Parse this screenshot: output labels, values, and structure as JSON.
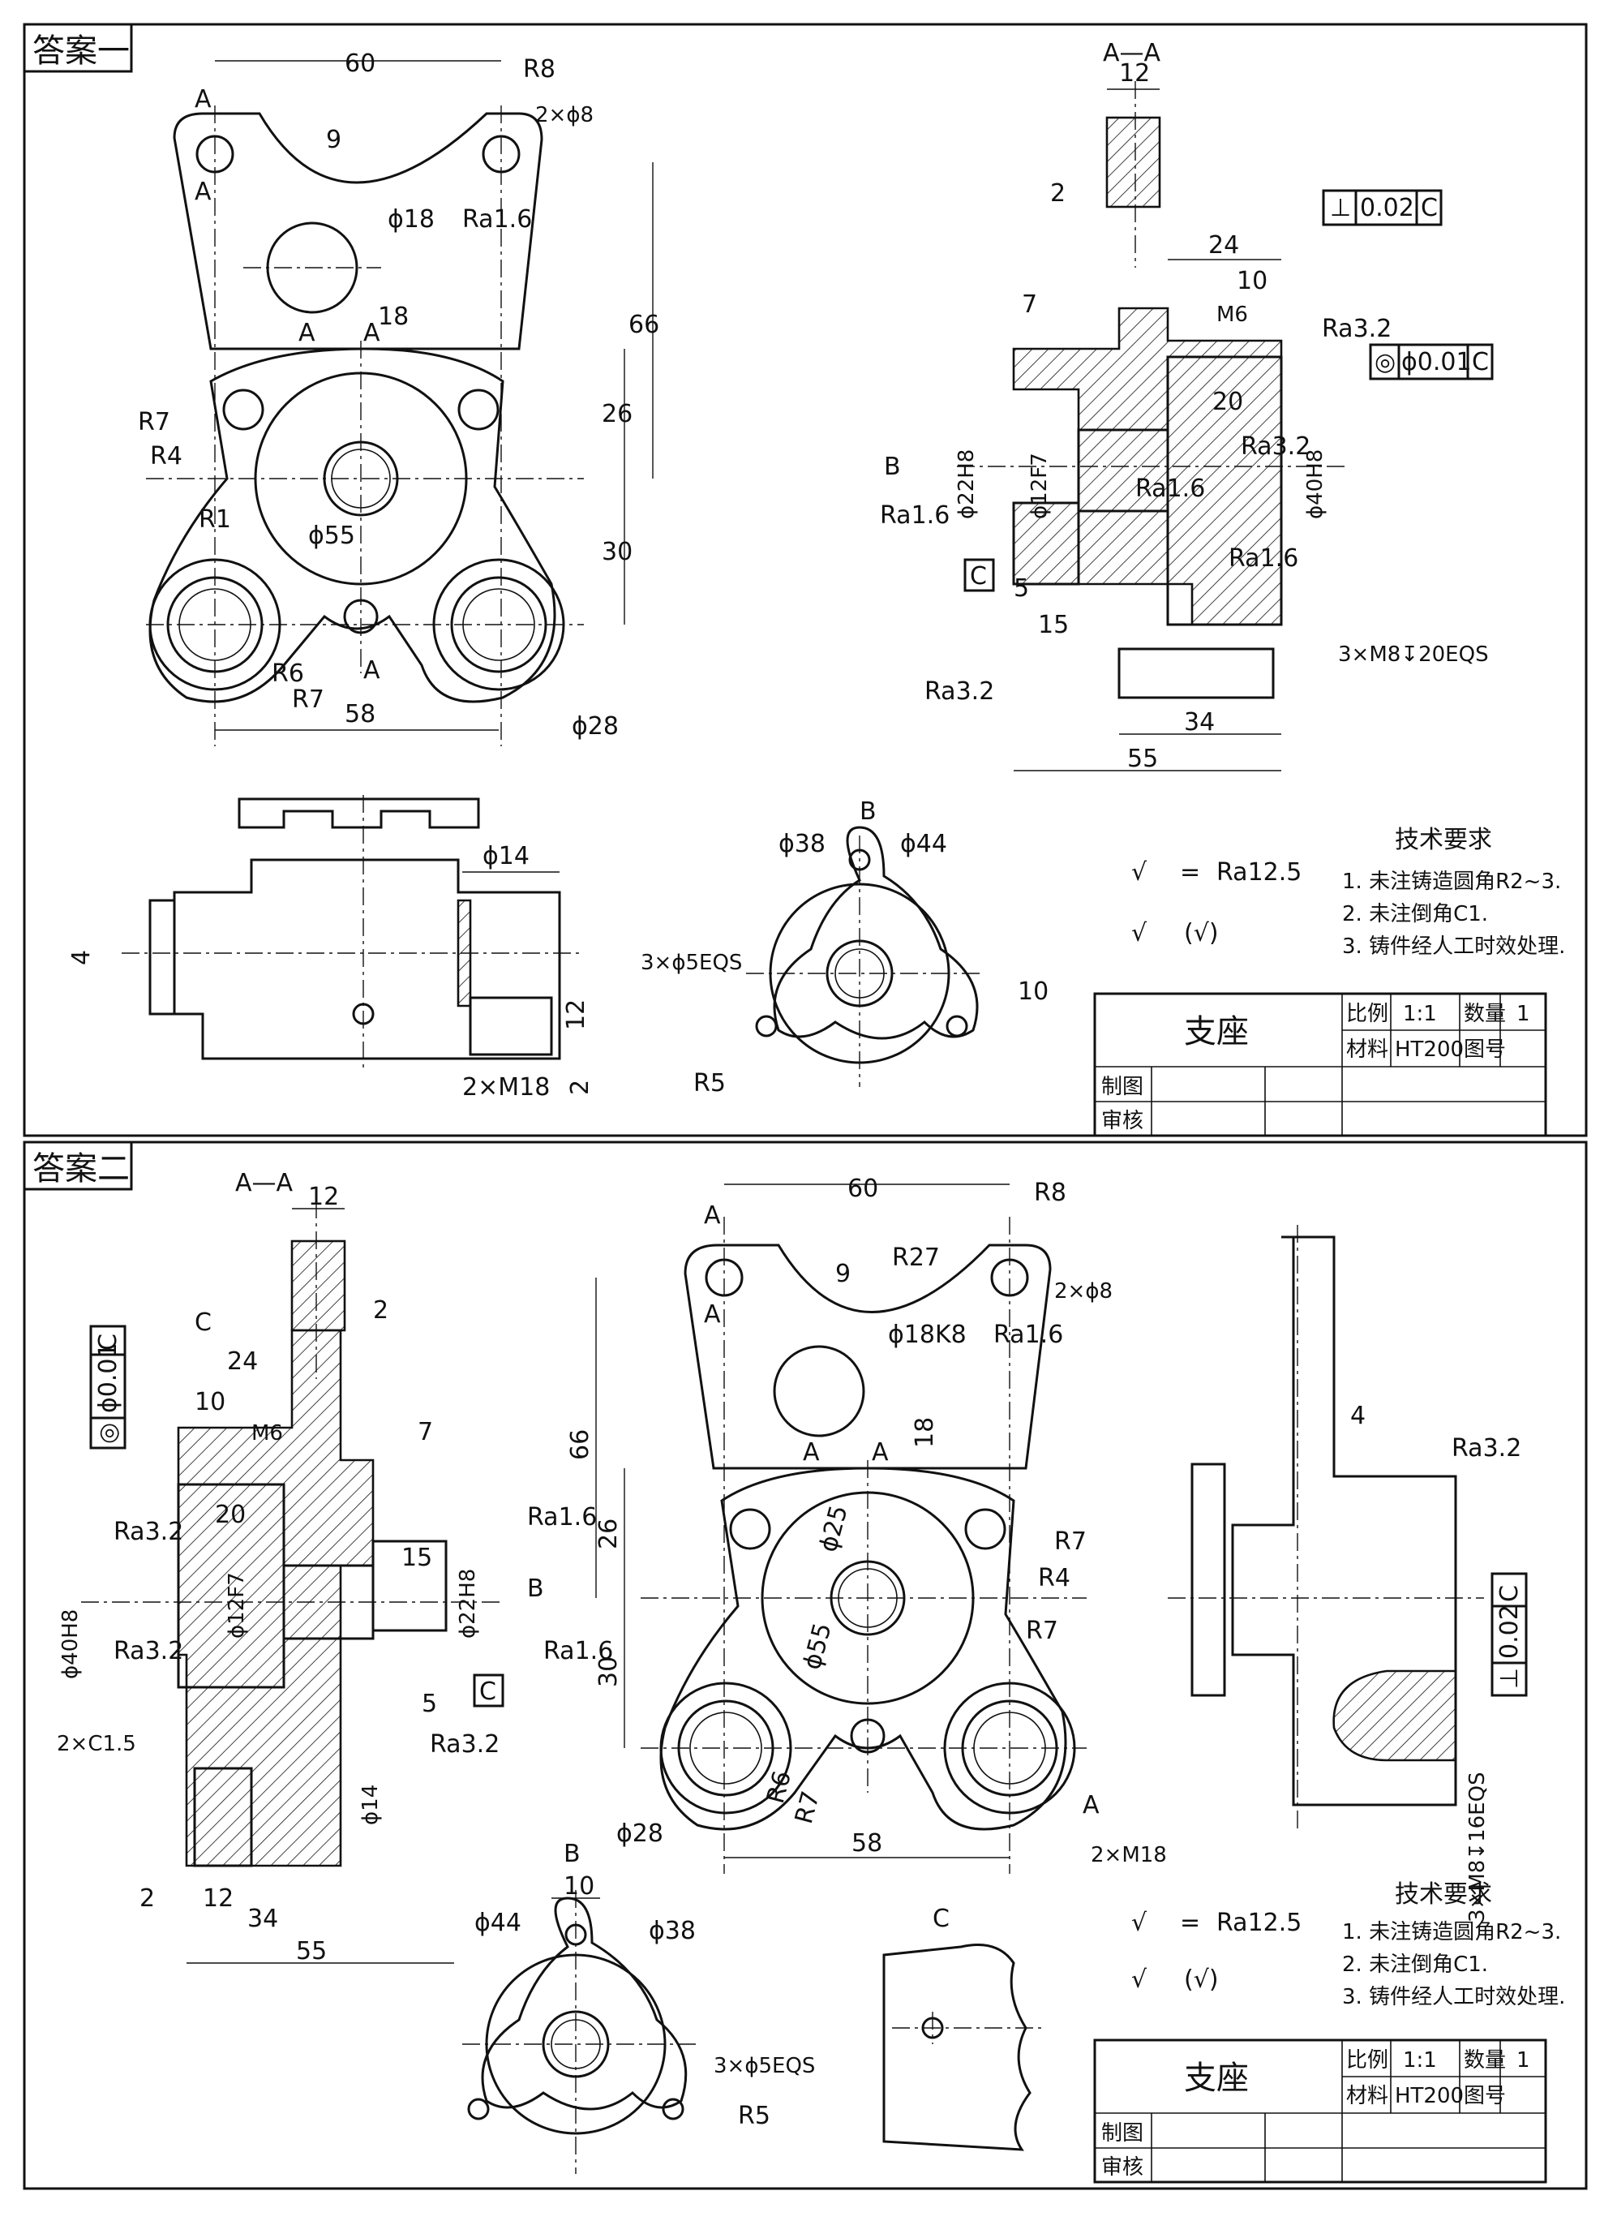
{
  "answer1": {
    "label": "答案一",
    "views": {
      "front": {
        "section_marks": [
          "A",
          "A",
          "A",
          "A",
          "A"
        ],
        "dims": [
          "60",
          "R8",
          "2×ϕ8",
          "9",
          "ϕ18",
          "Ra1.6",
          "18",
          "66",
          "26",
          "30",
          "R7",
          "R4",
          "R1",
          "ϕ55",
          "R6",
          "R7",
          "58",
          "ϕ28"
        ]
      },
      "section": {
        "title": "A—A",
        "dims": [
          "12",
          "2",
          "24",
          "10",
          "M6",
          "20",
          "7",
          "ϕ22H8",
          "ϕ12F7",
          "ϕ40H8",
          "5",
          "15",
          "34",
          "55",
          "B",
          "C",
          "Ra1.6",
          "Ra3.2",
          "Ra3.2",
          "Ra1.6",
          "Ra1.6",
          "Ra3.2",
          "3×M8↧20EQS"
        ],
        "tol1": [
          "⊥",
          "0.02",
          "C"
        ],
        "tol2": [
          "◎",
          "ϕ0.01",
          "C"
        ]
      },
      "bottom": {
        "dims": [
          "ϕ14",
          "4",
          "12",
          "2",
          "2×M18"
        ]
      },
      "view_b": {
        "title": "B",
        "dims": [
          "ϕ38",
          "ϕ44",
          "3×ϕ5EQS",
          "10",
          "R5"
        ]
      }
    },
    "notes": {
      "title": "技术要求",
      "items": [
        "1. 未注铸造圆角R2~3.",
        "2. 未注倒角C1.",
        "3. 铸件经人工时效处理."
      ],
      "finish_eq": "Ra12.5",
      "finish_other": "(√)"
    },
    "title_block": {
      "name": "支座",
      "scale_label": "比例",
      "scale": "1:1",
      "qty_label": "数量",
      "qty": "1",
      "material_label": "材料",
      "material": "HT200",
      "drawing_no_label": "图号",
      "drawn_label": "制图",
      "checked_label": "审核"
    }
  },
  "answer2": {
    "label": "答案二",
    "views": {
      "section": {
        "title": "A—A",
        "dims": [
          "12",
          "2",
          "C",
          "24",
          "10",
          "M6",
          "7",
          "20",
          "Ra3.2",
          "Ra1.6",
          "15",
          "ϕ40H8",
          "ϕ12F7",
          "ϕ22H8",
          "B",
          "Ra3.2",
          "Ra1.6",
          "5",
          "Ra3.2",
          "2×C1.5",
          "ϕ14",
          "2",
          "12",
          "34",
          "55",
          "C"
        ],
        "tol": [
          "◎",
          "ϕ0.01",
          "C"
        ]
      },
      "front": {
        "dims": [
          "60",
          "R8",
          "R27",
          "9",
          "2×ϕ8",
          "ϕ18K8",
          "Ra1.6",
          "18",
          "66",
          "26",
          "30",
          "ϕ55",
          "ϕ25",
          "R7",
          "R4",
          "R7",
          "R6",
          "R7",
          "58",
          "ϕ28",
          "2×M18",
          "A",
          "A",
          "A",
          "A",
          "A"
        ]
      },
      "side": {
        "dims": [
          "4",
          "Ra3.2",
          "3×M8↧16EQS"
        ],
        "tol": [
          "⊥",
          "0.02",
          "C"
        ]
      },
      "view_b": {
        "title": "B",
        "dims": [
          "10",
          "ϕ44",
          "ϕ38",
          "3×ϕ5EQS",
          "R5"
        ]
      },
      "view_c": {
        "title": "C"
      }
    },
    "notes": {
      "title": "技术要求",
      "items": [
        "1. 未注铸造圆角R2~3.",
        "2. 未注倒角C1.",
        "3. 铸件经人工时效处理."
      ],
      "finish_eq": "Ra12.5",
      "finish_other": "(√)"
    },
    "title_block": {
      "name": "支座",
      "scale_label": "比例",
      "scale": "1:1",
      "qty_label": "数量",
      "qty": "1",
      "material_label": "材料",
      "material": "HT200",
      "drawing_no_label": "图号",
      "drawn_label": "制图",
      "checked_label": "审核"
    }
  }
}
